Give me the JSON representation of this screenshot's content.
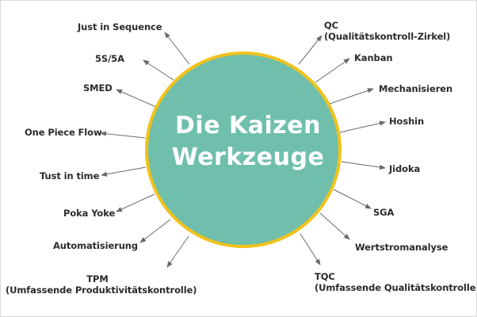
{
  "center": {
    "line1": "Die Kaizen",
    "line2": "Werkzeuge"
  },
  "colors": {
    "circle_fill": "#6fbfac",
    "circle_border": "#f2c21b",
    "arrow": "#6a6a6a",
    "text": "#2b2b2b",
    "center_text": "#ffffff"
  },
  "tools": {
    "just_in_sequence": "Just in Sequence",
    "five_s": "5S/5A",
    "smed": "SMED",
    "one_piece_flow": "One Piece Flow",
    "tust_in_time": "Tust in time",
    "poka_yoke": "Poka Yoke",
    "automatisierung": "Automatisierung",
    "tpm": "TPM",
    "tpm_sub": "(Umfassende Produktivitätskontrolle)",
    "qc": "QC",
    "qc_sub": "(Qualitätskontroll-Zirkel)",
    "kanban": "Kanban",
    "mechanisieren": "Mechanisieren",
    "hoshin": "Hoshin",
    "jidoka": "Jidoka",
    "sga": "SGA",
    "wertstromanalyse": "Wertstromanalyse",
    "tqc": "TQC",
    "tqc_sub": "(Umfassende Qualitätskontrolle)"
  }
}
